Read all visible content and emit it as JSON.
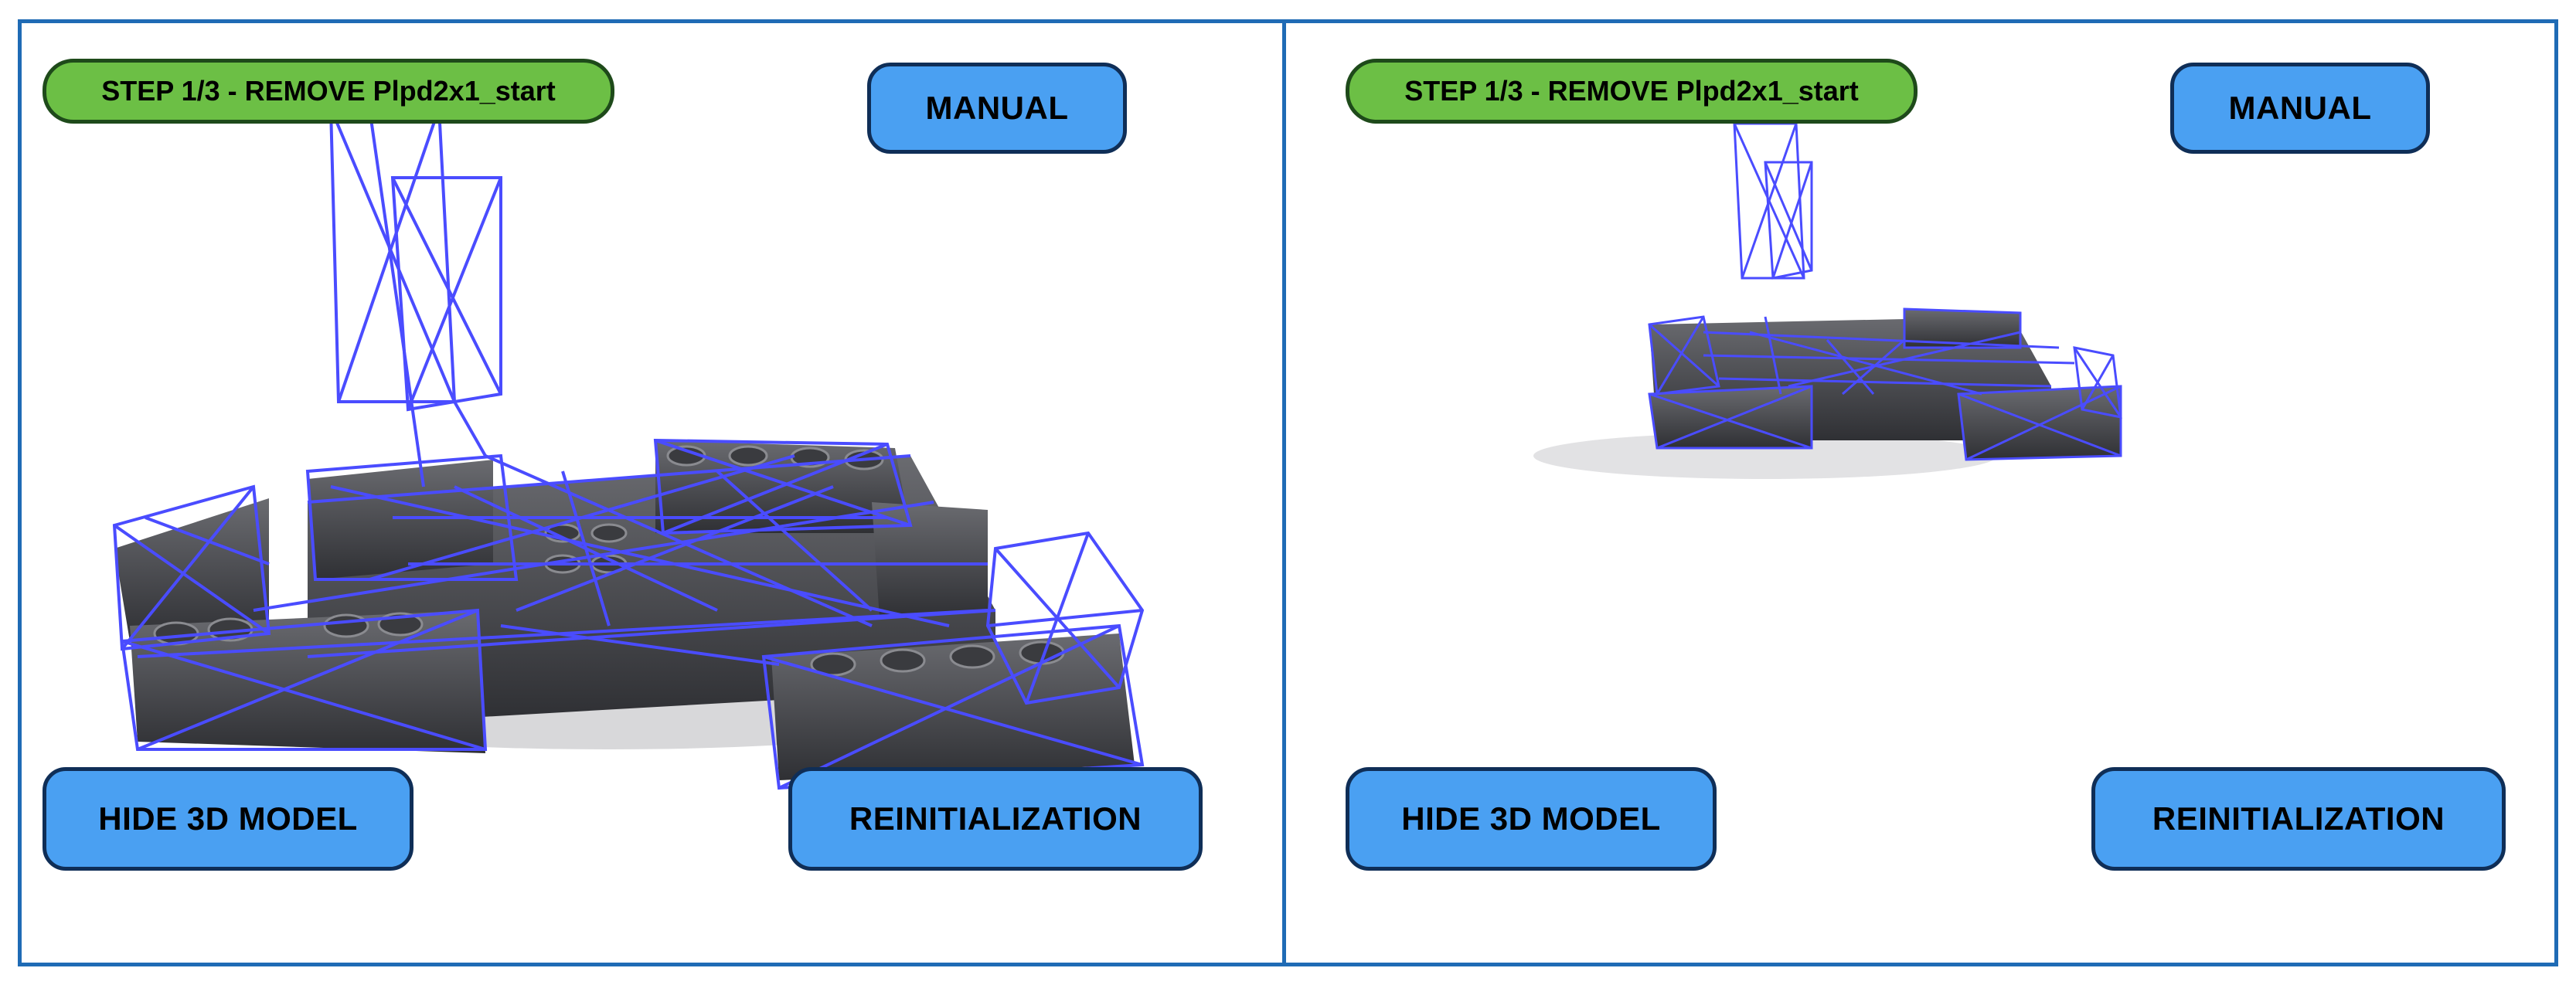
{
  "colors": {
    "frame": "#1f6bb5",
    "button_fill": "#4aa0f2",
    "button_border": "#0f2e57",
    "step_fill": "#6cbf45",
    "step_border": "#1e4a1a",
    "wireframe": "#4a4cff",
    "brick": "#4a4b50"
  },
  "views": [
    {
      "step_label": "STEP 1/3 - REMOVE Plpd2x1_start",
      "manual_label": "MANUAL",
      "hide_label": "HIDE 3D MODEL",
      "reinit_label": "REINITIALIZATION"
    },
    {
      "step_label": "STEP 1/3 - REMOVE Plpd2x1_start",
      "manual_label": "MANUAL",
      "hide_label": "HIDE 3D MODEL",
      "reinit_label": "REINITIALIZATION"
    }
  ]
}
